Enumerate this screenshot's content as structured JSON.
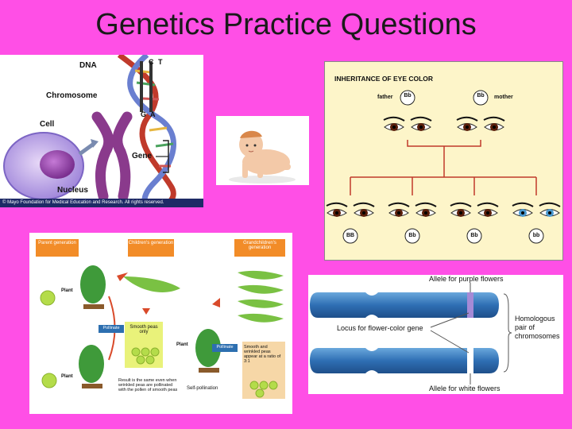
{
  "slide": {
    "title": "Genetics Practice Questions"
  },
  "dna_panel": {
    "labels": {
      "dna": "DNA",
      "chromosome": "Chromosome",
      "cell": "Cell",
      "nucleus": "Nucleus",
      "gene": "Gene"
    },
    "bases": {
      "c": "C",
      "t": "T",
      "g": "G",
      "a": "A"
    },
    "copyright": "© Mayo Foundation for Medical Education and Research. All rights reserved."
  },
  "eye_panel": {
    "title": "INHERITANCE OF EYE COLOR",
    "father_label": "father",
    "mother_label": "mother",
    "father_genotype": "Bb",
    "mother_genotype": "Bb",
    "children": [
      "BB",
      "Bb",
      "Bb",
      "bb"
    ],
    "colors": {
      "background": "#fdf5c9",
      "line": "#c0392b",
      "brown_iris": "#5a1e0a",
      "blue_iris": "#4a9ad0"
    }
  },
  "pea_panel": {
    "headers": {
      "parent": "Parent generation",
      "children": "Children's generation",
      "grandchildren": "Grandchildren's generation"
    },
    "plant_label": "Plant",
    "pollinate_label": "Pollinate",
    "smooth_only": "Smooth peas only",
    "ratio_text": "Smooth and wrinkled peas appear at a ratio of 3:1",
    "self_pollination": "Self-pollination",
    "note": "Result is the same even when wrinkled peas are pollinated with the pollen of smooth peas"
  },
  "chromosome_panel": {
    "purple_allele": "Allele for purple flowers",
    "locus": "Locus for flower-color gene",
    "homologous": "Homologous pair of chromosomes",
    "white_allele": "Allele for white flowers"
  }
}
